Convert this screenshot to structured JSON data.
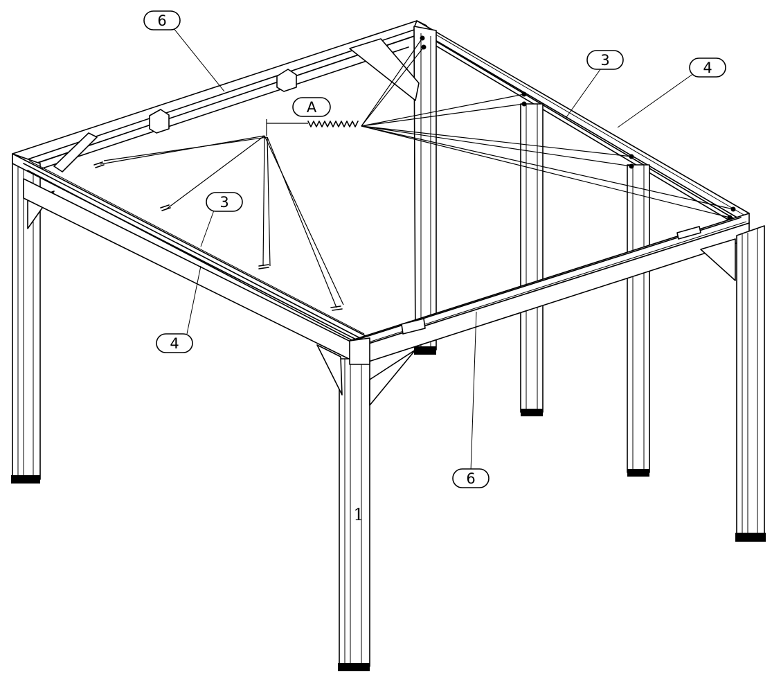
{
  "callouts": {
    "c6_top": "6",
    "c3_right": "3",
    "c4_right": "4",
    "cA": "A",
    "c3_left": "3",
    "c4_left": "4",
    "c6_front": "6"
  },
  "part_label_leg": "1"
}
